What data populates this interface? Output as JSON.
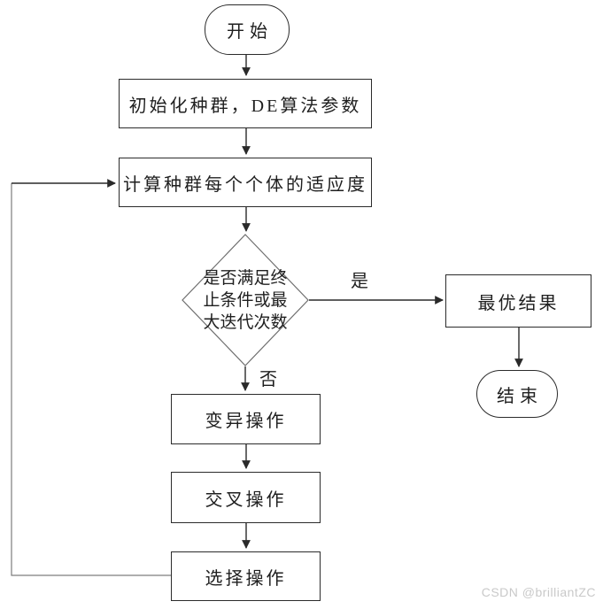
{
  "meta": {
    "background_color": "#ffffff",
    "line_color": "#2a2a2a",
    "loop_line_color": "#7d7d7d",
    "text_color": "#1f1f1f",
    "watermark_color": "#c9c9c9"
  },
  "nodes": {
    "start": {
      "type": "terminator",
      "label": "开始"
    },
    "init": {
      "type": "process",
      "label": "初始化种群，DE算法参数"
    },
    "fitness": {
      "type": "process",
      "label": "计算种群每个个体的适应度"
    },
    "decision": {
      "type": "decision",
      "label": "是否满足终\n止条件或最\n大迭代次数"
    },
    "result": {
      "type": "process",
      "label": "最优结果"
    },
    "end": {
      "type": "terminator",
      "label": "结束"
    },
    "mutation": {
      "type": "process",
      "label": "变异操作"
    },
    "crossover": {
      "type": "process",
      "label": "交叉操作"
    },
    "selection": {
      "type": "process",
      "label": "选择操作"
    }
  },
  "edge_labels": {
    "yes": "是",
    "no": "否"
  },
  "watermark": "CSDN @brilliantZC"
}
